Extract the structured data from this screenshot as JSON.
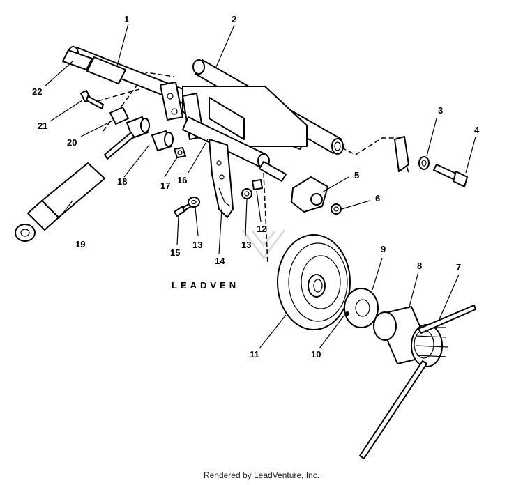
{
  "watermark": "LEADVEN",
  "footer": "Rendered by LeadVenture, Inc.",
  "callouts": [
    "1",
    "2",
    "3",
    "4",
    "5",
    "6",
    "7",
    "8",
    "9",
    "10",
    "11",
    "12",
    "13",
    "13",
    "14",
    "15",
    "16",
    "17",
    "18",
    "19",
    "20",
    "21",
    "22"
  ]
}
